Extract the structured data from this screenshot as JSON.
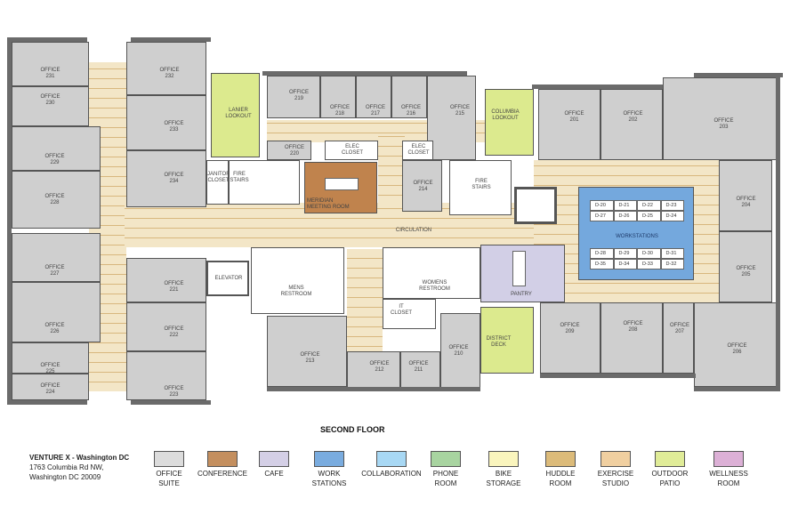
{
  "floor_title": "SECOND FLOOR",
  "building": {
    "name": "VENTURE X - Washington DC",
    "address_line1": "1763 Columbia Rd NW,",
    "address_line2": "Washington DC 20009"
  },
  "legend": [
    {
      "label": "OFFICE\nSUITE",
      "color": "#dcdcdc"
    },
    {
      "label": "CONFERENCE",
      "color": "#c48f5f"
    },
    {
      "label": "CAFE",
      "color": "#d4cfe6"
    },
    {
      "label": "WORK\nSTATIONS",
      "color": "#7aacdf"
    },
    {
      "label": "COLLABORATION",
      "color": "#a8d8f4"
    },
    {
      "label": "PHONE\nROOM",
      "color": "#a8d4a0"
    },
    {
      "label": "BIKE\nSTORAGE",
      "color": "#faf5bd"
    },
    {
      "label": "HUDDLE\nROOM",
      "color": "#dcbb7a"
    },
    {
      "label": "EXERCISE\nSTUDIO",
      "color": "#f0cfa0"
    },
    {
      "label": "OUTDOOR\nPATIO",
      "color": "#e0ec98"
    },
    {
      "label": "WELLNESS\nROOM",
      "color": "#dcb0d6"
    }
  ],
  "rooms": {
    "office_231": "OFFICE\n231",
    "office_230": "OFFICE\n230",
    "office_229": "OFFICE\n229",
    "office_228": "OFFICE\n228",
    "office_227": "OFFICE\n227",
    "office_226": "OFFICE\n226",
    "office_225": "OFFICE\n225",
    "office_224": "OFFICE\n224",
    "office_232": "OFFICE\n232",
    "office_233": "OFFICE\n233",
    "office_234": "OFFICE\n234",
    "office_221": "OFFICE\n221",
    "office_222": "OFFICE\n222",
    "office_223": "OFFICE\n223",
    "lanier_lookout": "LANIER\nLOOKOUT",
    "janitor_closet": "JANITOR\nCLOSET",
    "fire_stairs_left": "FIRE\nSTAIRS",
    "office_219": "OFFICE\n219",
    "office_218": "OFFICE\n218",
    "office_217": "OFFICE\n217",
    "office_216": "OFFICE\n216",
    "office_215": "OFFICE\n215",
    "office_220": "OFFICE\n220",
    "elec_closet_1": "ELEC\nCLOSET",
    "elec_closet_2": "ELEC\nCLOSET",
    "meridian": "MERIDIAN\nMEETING ROOM",
    "office_214": "OFFICE\n214",
    "fire_stairs_right": "FIRE\nSTAIRS",
    "columbia_lookout": "COLUMBIA\nLOOKOUT",
    "circulation": "CIRCULATION",
    "elevator": "ELEVATOR",
    "mens_restroom": "MENS\nRESTROOM",
    "womens_restroom": "WOMENS\nRESTROOM",
    "it_closet": "IT\nCLOSET",
    "pantry": "PANTRY",
    "district_deck": "DISTRICT\nDECK",
    "office_213": "OFFICE\n213",
    "office_212": "OFFICE\n212",
    "office_211": "OFFICE\n211",
    "office_210": "OFFICE\n210",
    "office_201": "OFFICE\n201",
    "office_202": "OFFICE\n202",
    "office_203": "OFFICE\n203",
    "office_204": "OFFICE\n204",
    "office_205": "OFFICE\n205",
    "office_206": "OFFICE\n206",
    "office_207": "OFFICE\n207",
    "office_208": "OFFICE\n208",
    "office_209": "OFFICE\n209",
    "workstations": "WORKSTATIONS"
  },
  "workstations": {
    "row1": [
      "D-20",
      "D-21",
      "D-22",
      "D-23"
    ],
    "row2": [
      "D-27",
      "D-26",
      "D-25",
      "D-24"
    ],
    "row3": [
      "D-28",
      "D-29",
      "D-30",
      "D-31"
    ],
    "row4": [
      "D-35",
      "D-34",
      "D-33",
      "D-32"
    ]
  }
}
